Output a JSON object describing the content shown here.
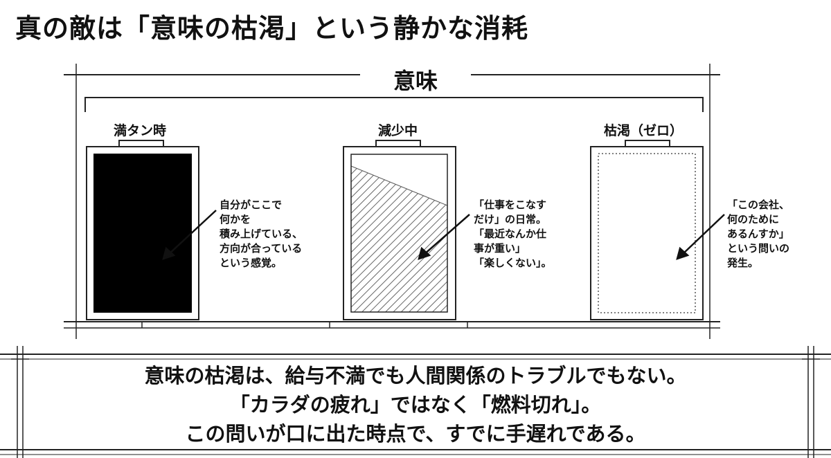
{
  "title": "真の敵は「意味の枯渇」という静かな消耗",
  "section_label": "意味",
  "stages": [
    {
      "label": "満タン時",
      "state": "full",
      "note_lines": [
        "自分がここで",
        "何かを",
        "積み上げている、",
        "方向が合っている",
        "という感覚。"
      ]
    },
    {
      "label": "減少中",
      "state": "decreasing",
      "note_lines": [
        "「仕事をこなす",
        "だけ」の日常。",
        "「最近なんか仕",
        "事が重い」",
        "「楽しくない」。"
      ]
    },
    {
      "label": "枯渇（ゼロ）",
      "state": "empty",
      "note_lines": [
        "「この会社、",
        "何のために",
        "あるんすか」",
        "という問いの",
        "発生。"
      ]
    }
  ],
  "conclusion_lines": [
    "意味の枯渇は、給与不満でも人間関係のトラブルでもない。",
    "「カラダの疲れ」ではなく「燃料切れ」。",
    "この問いが口に出た時点で、すでに手遅れである。"
  ]
}
